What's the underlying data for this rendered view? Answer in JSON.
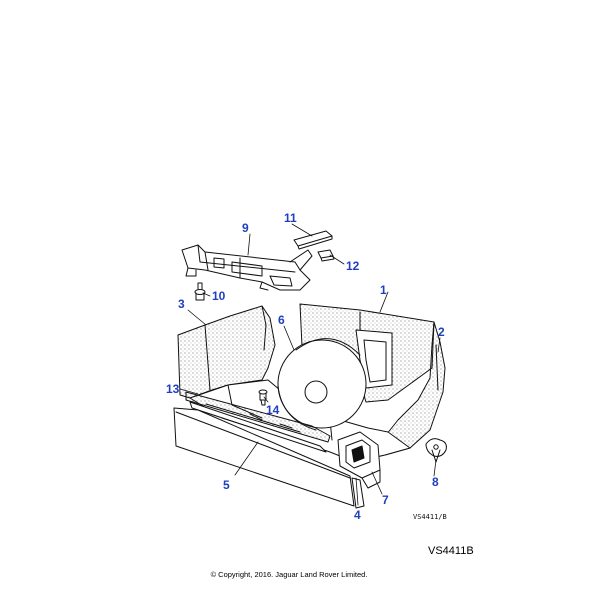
{
  "diagram": {
    "accent_color": "#1f3fbf",
    "line_color": "#111111",
    "callouts": [
      {
        "id": "1",
        "label": "1"
      },
      {
        "id": "2",
        "label": "2"
      },
      {
        "id": "3",
        "label": "3"
      },
      {
        "id": "4",
        "label": "4"
      },
      {
        "id": "5",
        "label": "5"
      },
      {
        "id": "6",
        "label": "6"
      },
      {
        "id": "7",
        "label": "7"
      },
      {
        "id": "8",
        "label": "8"
      },
      {
        "id": "9",
        "label": "9"
      },
      {
        "id": "10",
        "label": "10"
      },
      {
        "id": "11",
        "label": "11"
      },
      {
        "id": "12",
        "label": "12"
      },
      {
        "id": "13",
        "label": "13"
      },
      {
        "id": "14",
        "label": "14"
      }
    ],
    "drawing_code": "VS4411/B"
  },
  "footer": {
    "figure_ref": "VS4411B",
    "copyright": "© Copyright, 2016. Jaguar Land Rover Limited."
  }
}
